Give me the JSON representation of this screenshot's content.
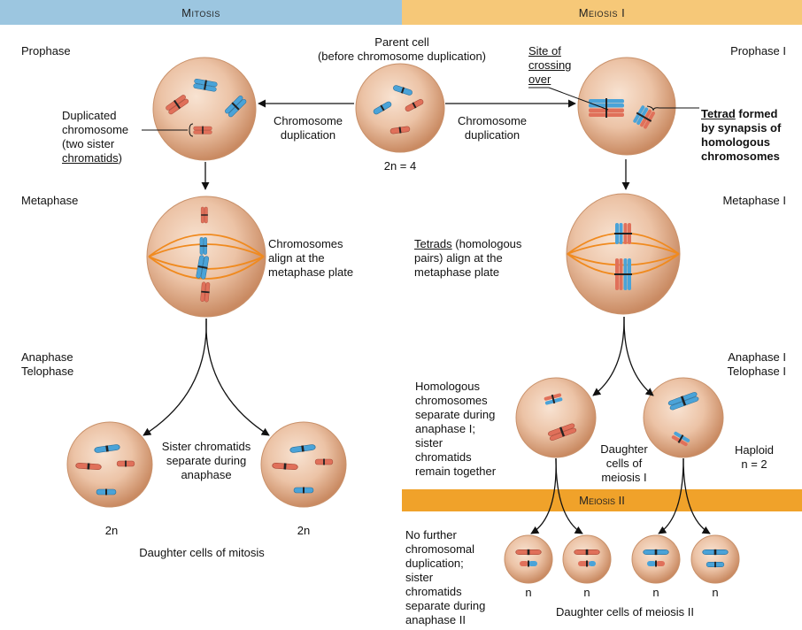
{
  "headers": {
    "mitosis": "Mitosis",
    "meiosis1": "Meiosis I",
    "meiosis2": "Meiosis II"
  },
  "parent": {
    "line1": "Parent cell",
    "line2": "(before chromosome duplication)",
    "ploidy": "2n = 4"
  },
  "dup_left": {
    "line1": "Chromosome",
    "line2": "duplication"
  },
  "dup_right": {
    "line1": "Chromosome",
    "line2": "duplication"
  },
  "stages": {
    "prophase": "Prophase",
    "metaphase": "Metaphase",
    "anaphase": "Anaphase",
    "telophase": "Telophase",
    "prophase1": "Prophase I",
    "metaphase1": "Metaphase I",
    "anaphase1": "Anaphase I",
    "telophase1": "Telophase I"
  },
  "duplicated": {
    "l1": "Duplicated",
    "l2": "chromosome",
    "l3": "(two sister",
    "l4": "chromatids",
    "l5": ")"
  },
  "crossing": {
    "l1": "Site of",
    "l2": "crossing",
    "l3": "over"
  },
  "tetrad_formed": {
    "w1": "Tetrad",
    "w2": " formed",
    "l2": "by synapsis of",
    "l3": "homologous",
    "l4": "chromosomes"
  },
  "align_mitosis": {
    "l1": "Chromosomes",
    "l2": "align at the",
    "l3": "metaphase plate"
  },
  "align_meiosis": {
    "w1": "Tetrads",
    "w2": " (homologous",
    "l2": "pairs) align at the",
    "l3": "metaphase plate"
  },
  "sister_sep": {
    "l1": "Sister chromatids",
    "l2": "separate during",
    "l3": "anaphase"
  },
  "mitosis_daughters": {
    "left_ploidy": "2n",
    "right_ploidy": "2n",
    "caption": "Daughter cells of mitosis"
  },
  "homologous_sep": {
    "l1": "Homologous",
    "l2": "chromosomes",
    "l3": "separate during",
    "l4": "anaphase I;",
    "l5": "sister",
    "l6": "chromatids",
    "l7": "remain together"
  },
  "meiosis1_daughters": {
    "l1": "Daughter",
    "l2": "cells of",
    "l3": "meiosis I"
  },
  "haploid": {
    "l1": "Haploid",
    "l2": "n = 2"
  },
  "no_further": {
    "l1": "No further",
    "l2": "chromosomal",
    "l3": "duplication;",
    "l4": "sister",
    "l5": "chromatids",
    "l6": "separate during",
    "l7": "anaphase II"
  },
  "meiosis2_daughters": {
    "n_labels": [
      "n",
      "n",
      "n",
      "n"
    ],
    "caption": "Daughter cells of meiosis II"
  },
  "colors": {
    "red_chromosome": "#e0705a",
    "blue_chromosome": "#4aa3d8",
    "spindle": "#f08a1e",
    "cell_fill": "#e9bb9b",
    "cell_edge": "#c9916a"
  }
}
